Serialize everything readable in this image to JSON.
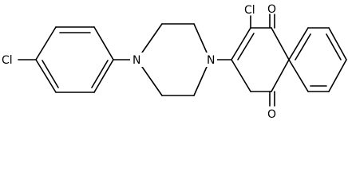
{
  "molecule": {
    "atoms": {
      "cl_left": "Cl",
      "n_left": "N",
      "n_right": "N",
      "cl_top": "Cl",
      "o_top": "O",
      "o_bottom": "O"
    },
    "colors": {
      "bond": "#000000",
      "label": "#000000",
      "background": "#ffffff"
    }
  }
}
